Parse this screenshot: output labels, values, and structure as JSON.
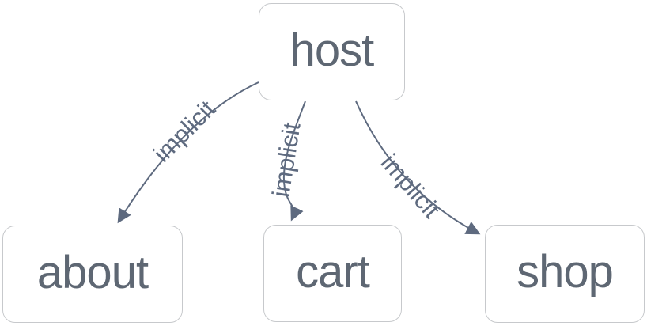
{
  "diagram": {
    "type": "network-graph",
    "colors": {
      "background": "#ffffff",
      "edge": "#5e6a7f",
      "node_border": "#c7c9cc",
      "node_background": "#ffffff",
      "node_text": "#5e6773",
      "edge_label_text": "#5e6a7f"
    },
    "nodes": [
      {
        "id": "host",
        "label": "host"
      },
      {
        "id": "about",
        "label": "about"
      },
      {
        "id": "cart",
        "label": "cart"
      },
      {
        "id": "shop",
        "label": "shop"
      }
    ],
    "edges": [
      {
        "from": "host",
        "to": "about",
        "label": "implicit"
      },
      {
        "from": "host",
        "to": "cart",
        "label": "implicit"
      },
      {
        "from": "host",
        "to": "shop",
        "label": "implicit"
      }
    ]
  }
}
